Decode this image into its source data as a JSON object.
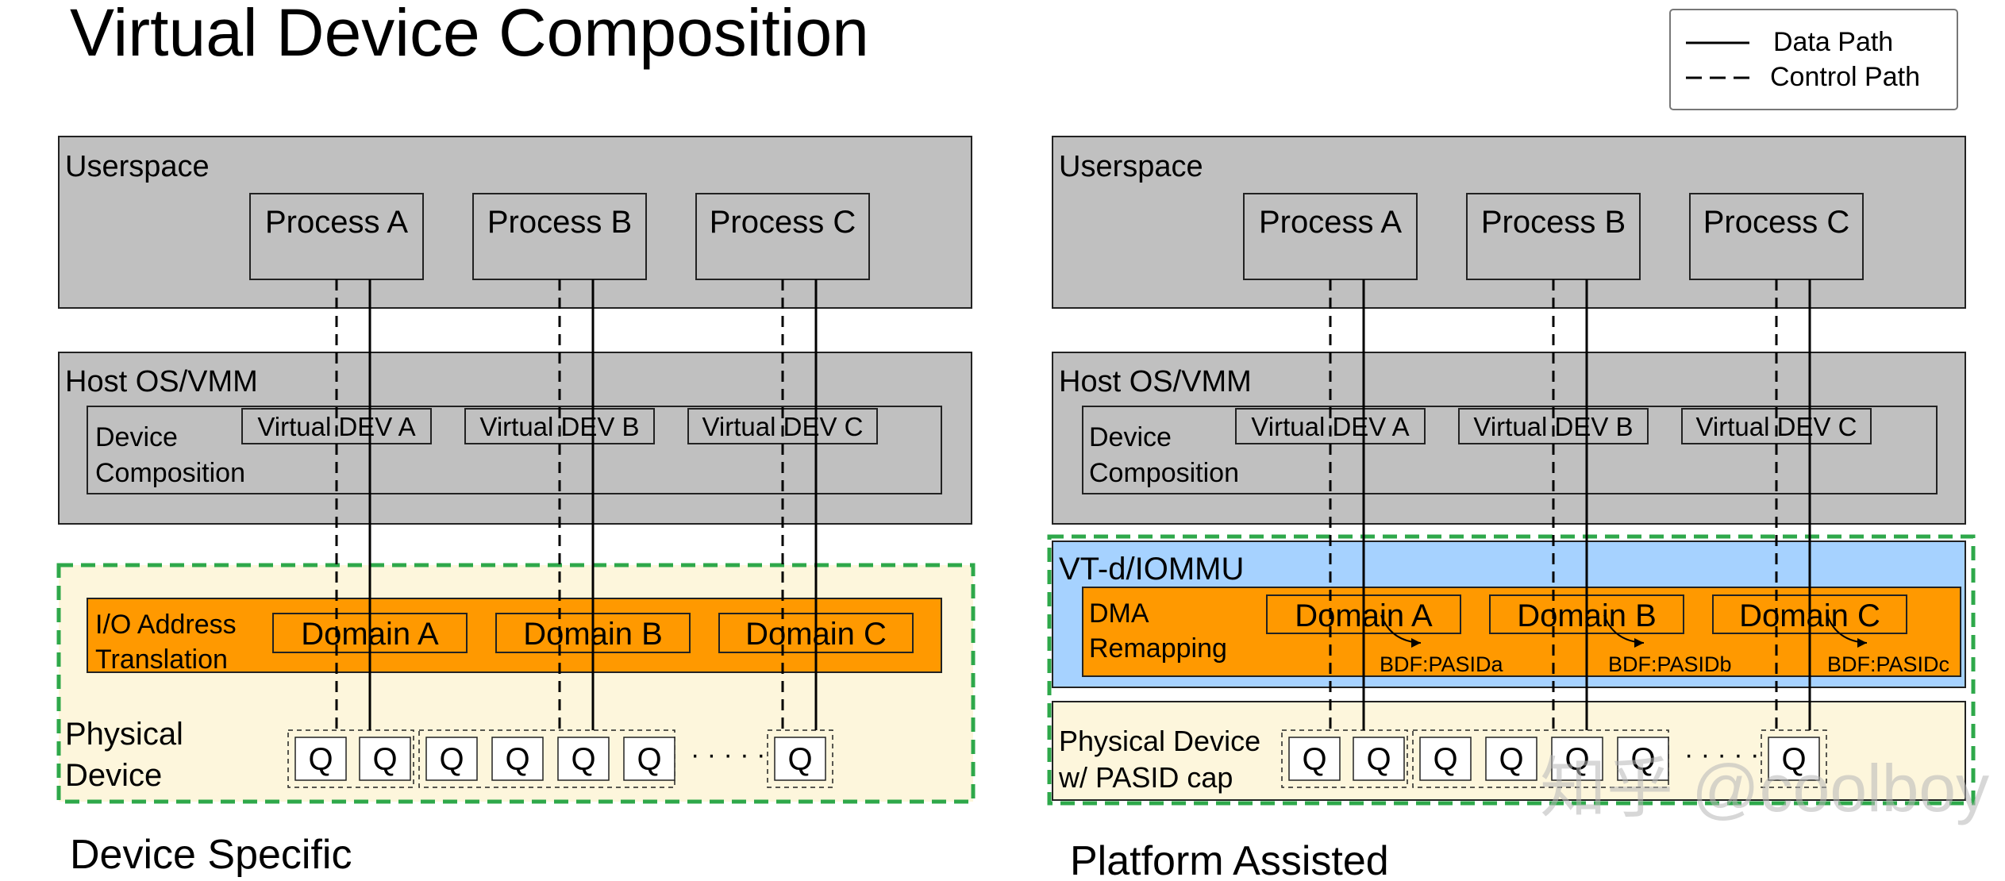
{
  "title": "Virtual Device Composition",
  "legend": {
    "data_path": "Data Path",
    "control_path": "Control Path"
  },
  "left": {
    "caption": "Device Specific",
    "userspace": "Userspace",
    "processes": [
      "Process A",
      "Process B",
      "Process C"
    ],
    "host": "Host OS/VMM",
    "composition": [
      "Device",
      "Composition"
    ],
    "vdevs": [
      "Virtual DEV A",
      "Virtual DEV B",
      "Virtual DEV C"
    ],
    "translation": [
      "I/O Address",
      "Translation"
    ],
    "domains": [
      "Domain A",
      "Domain B",
      "Domain C"
    ],
    "physical": [
      "Physical",
      "Device"
    ],
    "queue": "Q",
    "dots": "· · · · ·"
  },
  "right": {
    "caption": "Platform Assisted",
    "userspace": "Userspace",
    "processes": [
      "Process A",
      "Process B",
      "Process C"
    ],
    "host": "Host OS/VMM",
    "composition": [
      "Device",
      "Composition"
    ],
    "vdevs": [
      "Virtual DEV A",
      "Virtual DEV B",
      "Virtual DEV C"
    ],
    "iommu": "VT-d/IOMMU",
    "remapping": [
      "DMA",
      "Remapping"
    ],
    "domains": [
      "Domain A",
      "Domain B",
      "Domain C"
    ],
    "bdf": [
      "BDF:PASIDa",
      "BDF:PASIDb",
      "BDF:PASIDc"
    ],
    "physical": [
      "Physical Device",
      "w/ PASID cap"
    ],
    "queue": "Q",
    "dots": "· · · · ·"
  },
  "watermark": "知乎 @coolboy",
  "colors": {
    "gray": "#c0c0c0",
    "cream": "#fdf6dc",
    "orange": "#ff9900",
    "blue": "#a6d2ff",
    "green": "#2ea84a"
  }
}
